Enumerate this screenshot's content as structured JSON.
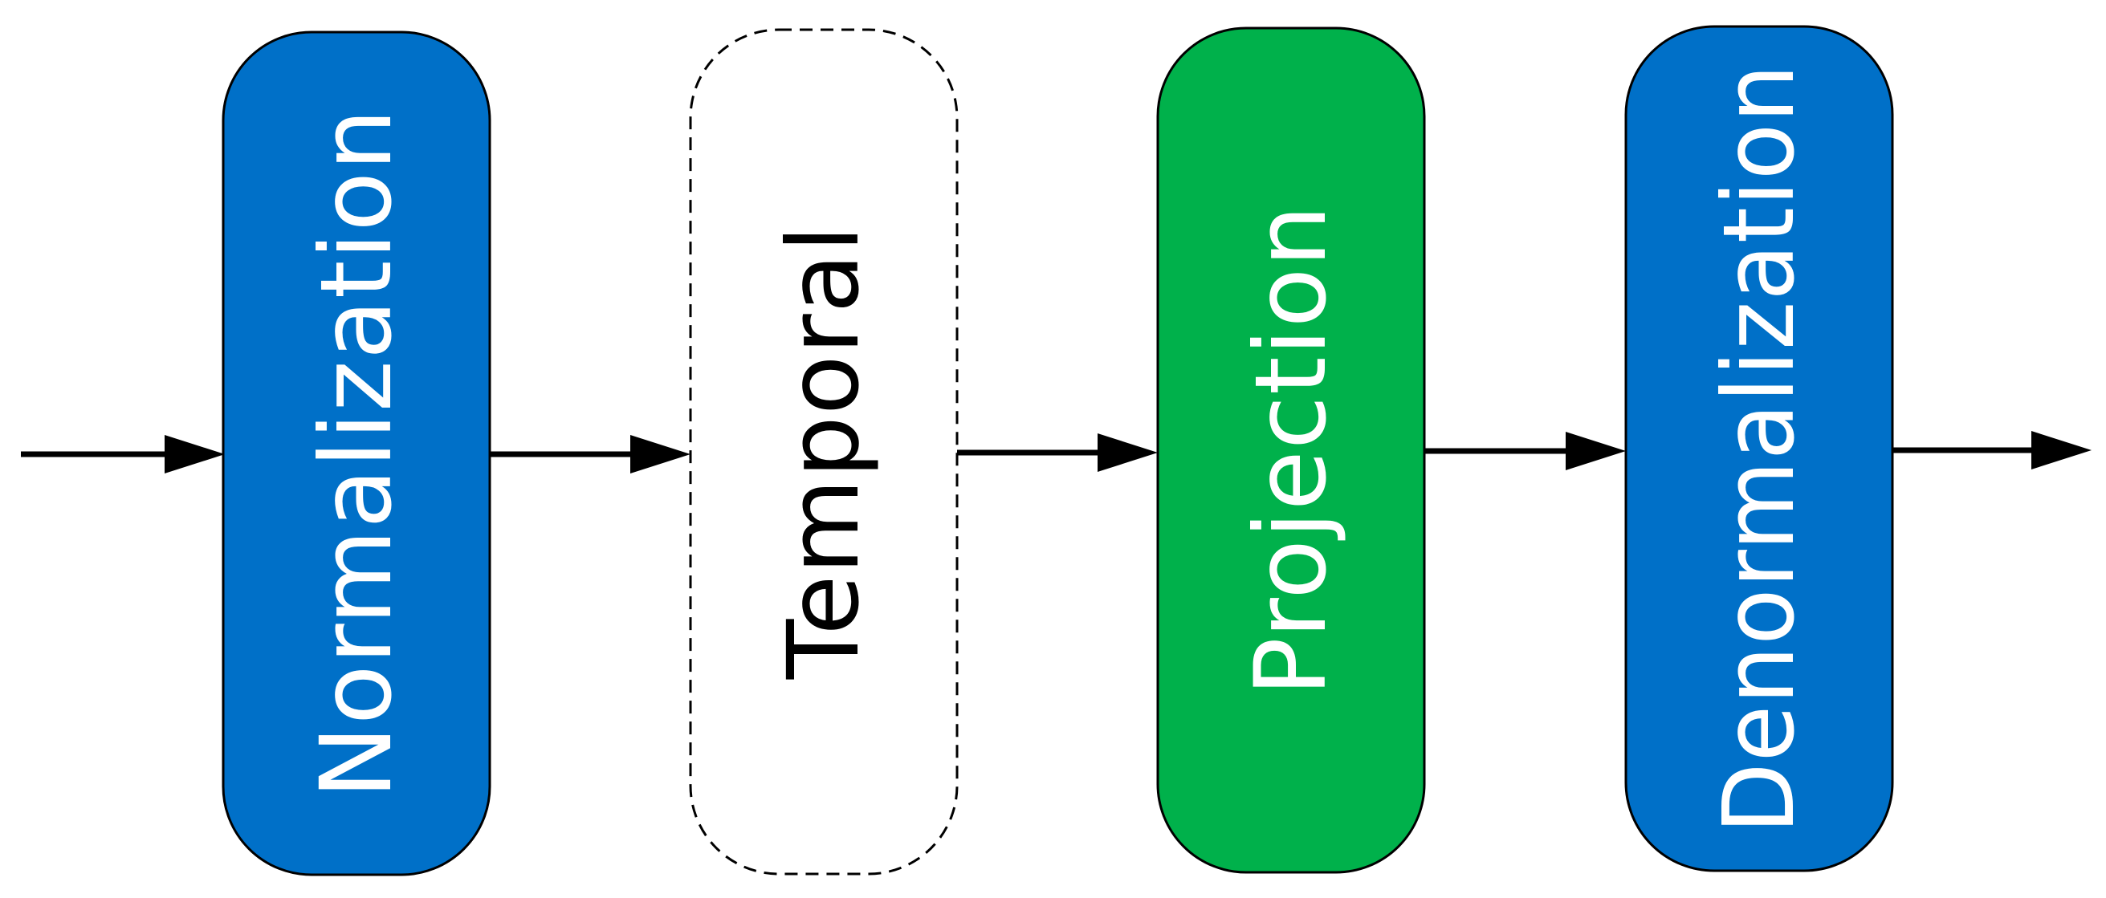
{
  "diagram": {
    "colors": {
      "background": "#ffffff",
      "normalization": "#0070c8",
      "temporal": "#ffffff",
      "projection": "#00b14b",
      "denormalization": "#0070c8",
      "text_light": "#ffffff",
      "text_dark": "#000000",
      "stroke": "#000000"
    },
    "blocks": [
      {
        "id": "normalization",
        "label": "Normalization",
        "style": "filled",
        "color": "#0070c8",
        "text_color": "#ffffff"
      },
      {
        "id": "temporal",
        "label": "Temporal",
        "style": "dashed",
        "color": "#ffffff",
        "text_color": "#000000"
      },
      {
        "id": "projection",
        "label": "Projection",
        "style": "filled",
        "color": "#00b14b",
        "text_color": "#ffffff"
      },
      {
        "id": "denormalization",
        "label": "Denormalization",
        "style": "filled",
        "color": "#0070c8",
        "text_color": "#ffffff"
      }
    ],
    "flow": [
      "input",
      "normalization",
      "temporal",
      "projection",
      "denormalization",
      "output"
    ]
  }
}
